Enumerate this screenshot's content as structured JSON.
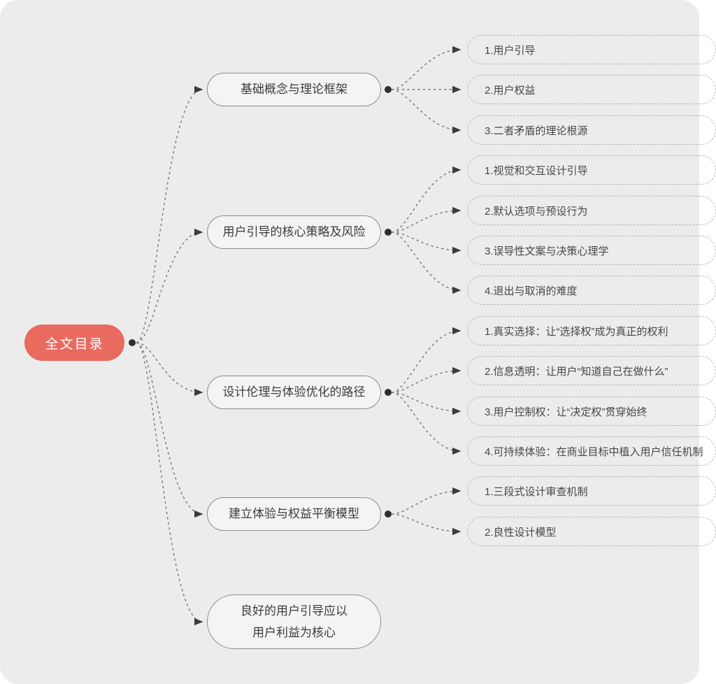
{
  "colors": {
    "canvas_background": "#ECECEC",
    "root_fill": "#E96A5F",
    "root_text": "#FFFFFF",
    "branch_border": "#8B8B8B",
    "sub_border": "#B5B5B5",
    "node_text": "#3B3B3B",
    "connector": "#7F7F7F"
  },
  "root": {
    "label": "全文目录"
  },
  "branches": [
    {
      "label": "基础概念与理论框架",
      "children": [
        "1.用户引导",
        "2.用户权益",
        "3.二者矛盾的理论根源"
      ]
    },
    {
      "label": "用户引导的核心策略及风险",
      "children": [
        "1.视觉和交互设计引导",
        "2.默认选项与预设行为",
        "3.误导性文案与决策心理学",
        "4.退出与取消的难度"
      ]
    },
    {
      "label": "设计伦理与体验优化的路径",
      "children": [
        "1.真实选择：让“选择权”成为真正的权利",
        "2.信息透明：让用户“知道自己在做什么”",
        "3.用户控制权：让“决定权”贯穿始终",
        "4.可持续体验：在商业目标中植入用户信任机制"
      ]
    },
    {
      "label": "建立体验与权益平衡模型",
      "children": [
        "1.三段式设计审查机制",
        "2.良性设计模型"
      ]
    },
    {
      "label": "良好的用户引导应以\n用户利益为核心",
      "children": []
    }
  ]
}
